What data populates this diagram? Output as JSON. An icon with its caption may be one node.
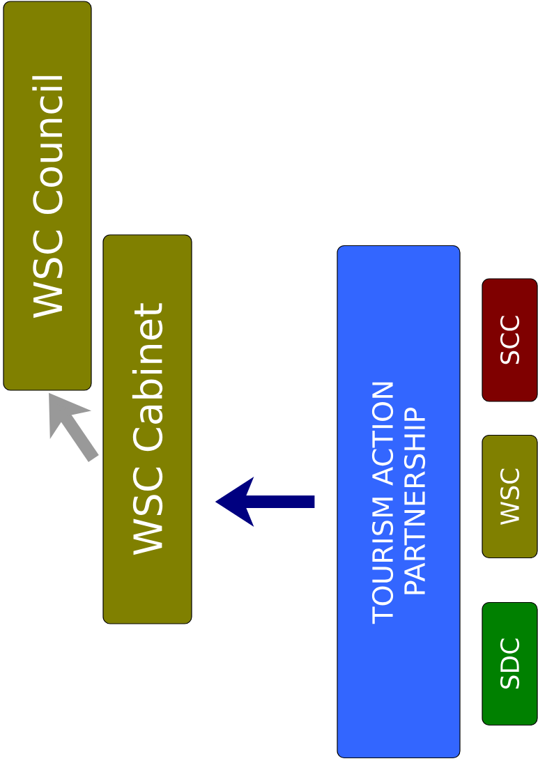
{
  "diagram": {
    "nodes": [
      {
        "text": [
          "WSC Council"
        ]
      },
      {
        "text": [
          "WSC Cabinet"
        ]
      },
      {
        "text": [
          "TOURISM ACTION PARTNERSHIP"
        ]
      },
      {
        "text": [
          "SCC"
        ]
      },
      {
        "text": [
          "WSC"
        ]
      },
      {
        "text": [
          "SDC"
        ]
      }
    ],
    "edges": [
      {
        "from": 2,
        "to": 1,
        "arrow": "to",
        "color": "#000080"
      },
      {
        "from": 1,
        "to": 0,
        "arrow": "to",
        "color": "#999999"
      }
    ]
  }
}
